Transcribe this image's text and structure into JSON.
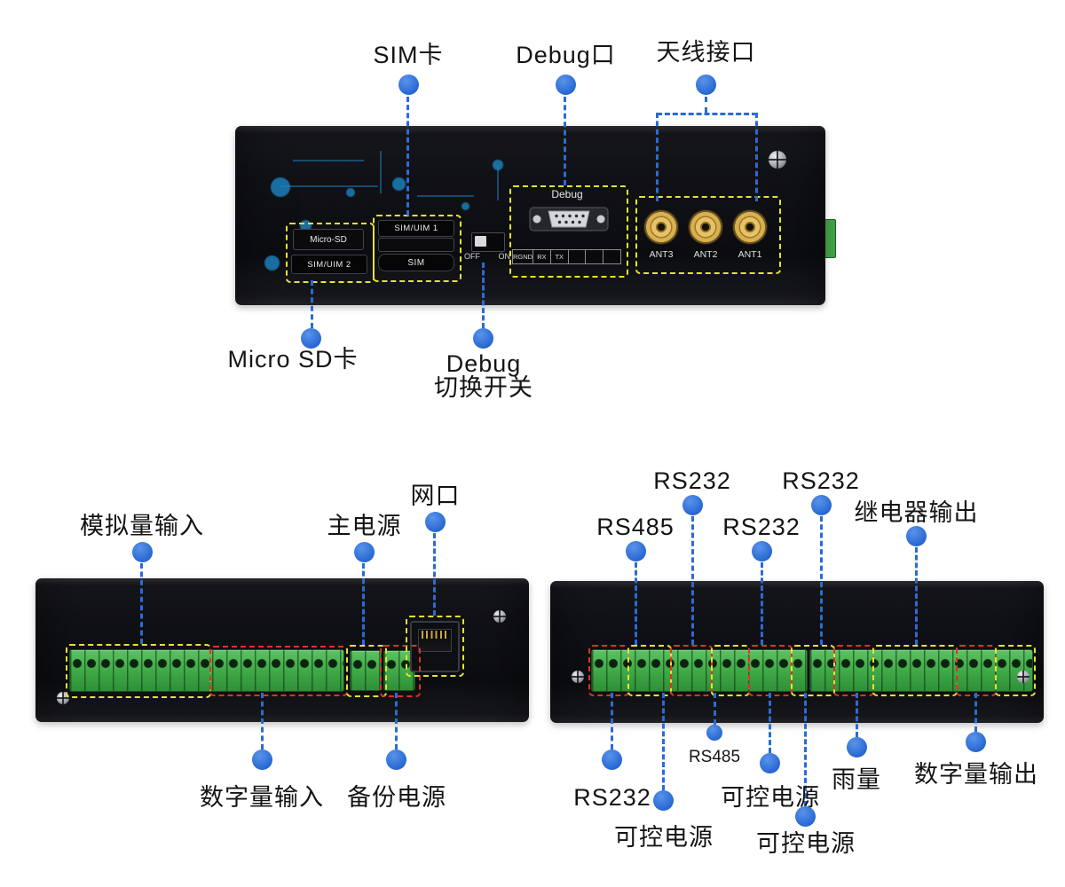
{
  "colors": {
    "accent_blue": "#2b6bd4",
    "dash_yellow": "#e6e432",
    "dash_red": "#e03222",
    "terminal_green": "#3da845",
    "antenna_gold": "#d9b050",
    "trace_blue": "#1b86c4",
    "label_color": "#141414"
  },
  "top_view": {
    "callouts": {
      "sim": "SIM卡",
      "debug_port": "Debug口",
      "antenna": "天线接口",
      "micro_sd": "Micro SD卡",
      "debug_switch_line1": "Debug",
      "debug_switch_line2": "切换开关"
    },
    "panel": {
      "micro_sd_slot": "Micro-SD",
      "sim_uim_2": "SIM/UIM 2",
      "sim_uim_1": "SIM/UIM 1",
      "sim": "SIM",
      "switch_off": "OFF",
      "switch_on": "ON",
      "debug": "Debug",
      "serial_pins": [
        "RGND",
        "RX",
        "TX"
      ],
      "antennas": [
        "ANT3",
        "ANT2",
        "ANT1"
      ]
    }
  },
  "front_view": {
    "callouts": {
      "analog_input": "模拟量输入",
      "main_power": "主电源",
      "ethernet": "网口",
      "digital_input": "数字量输入",
      "backup_power": "备份电源"
    }
  },
  "io_view": {
    "callouts_top": {
      "rs485": "RS485",
      "rs232_left": "RS232",
      "rs232_mid": "RS232",
      "rs232_right": "RS232",
      "relay_output": "继电器输出"
    },
    "callouts_bottom": {
      "rs232": "RS232",
      "controllable_power_1": "可控电源",
      "rs485": "RS485",
      "controllable_power_2": "可控电源",
      "controllable_power_3": "可控电源",
      "rain_gauge": "雨量",
      "digital_output": "数字量输出"
    }
  }
}
